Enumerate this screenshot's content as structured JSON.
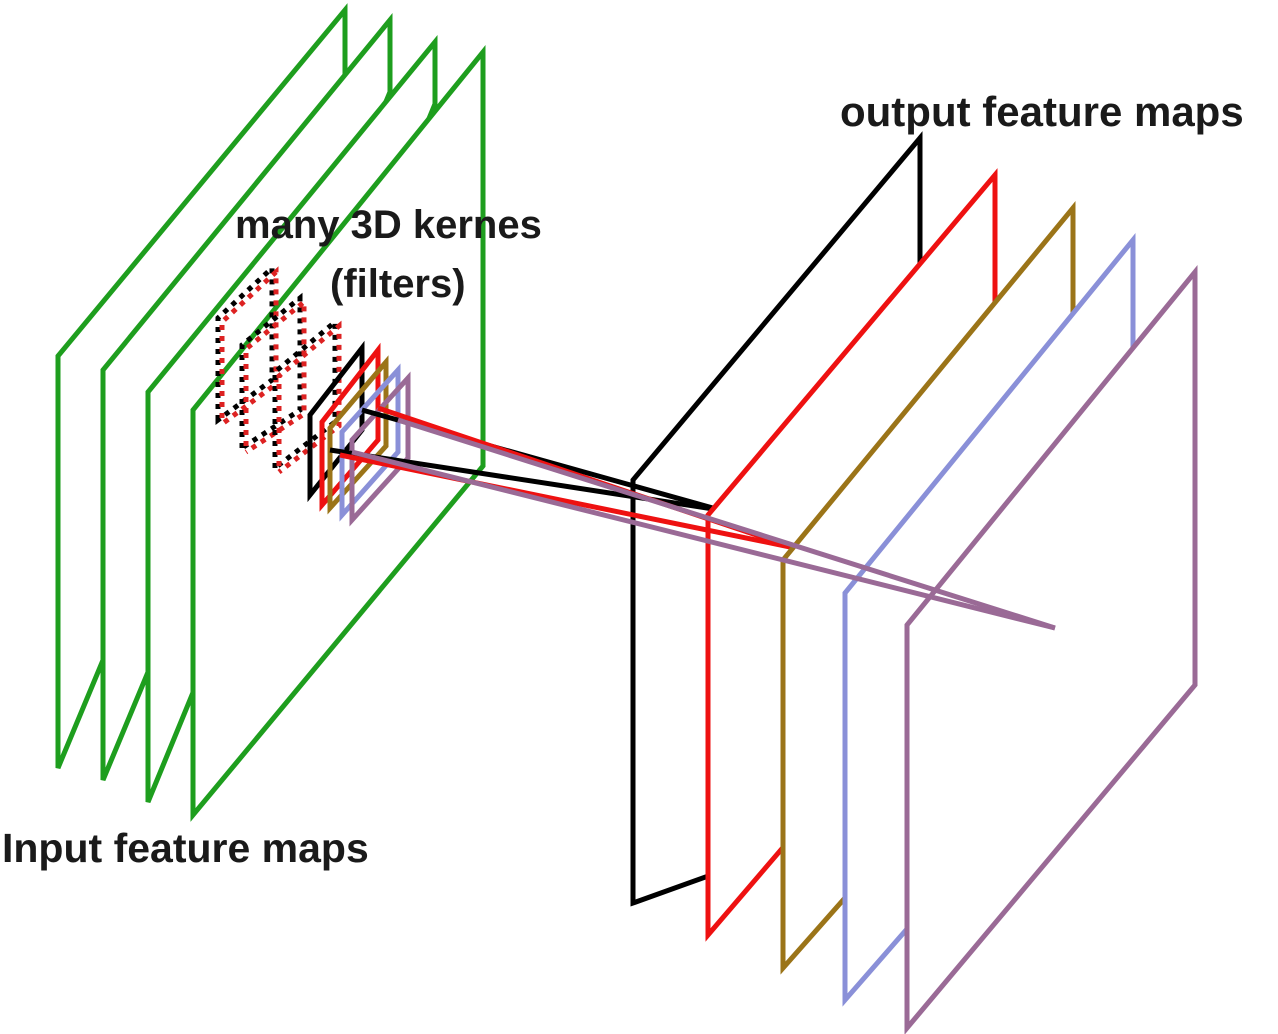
{
  "labels": {
    "output": "output feature maps",
    "kernels_line1": "many 3D kernes",
    "kernels_line2": "(filters)",
    "input": "Input feature maps"
  },
  "colors": {
    "input_map": "#1e9e1e",
    "output_maps": [
      "#000000",
      "#ee1111",
      "#9b7418",
      "#8a90d8",
      "#9a6a96"
    ],
    "kernel_dots": [
      "#000000",
      "#dd2222"
    ],
    "background": "#ffffff"
  }
}
